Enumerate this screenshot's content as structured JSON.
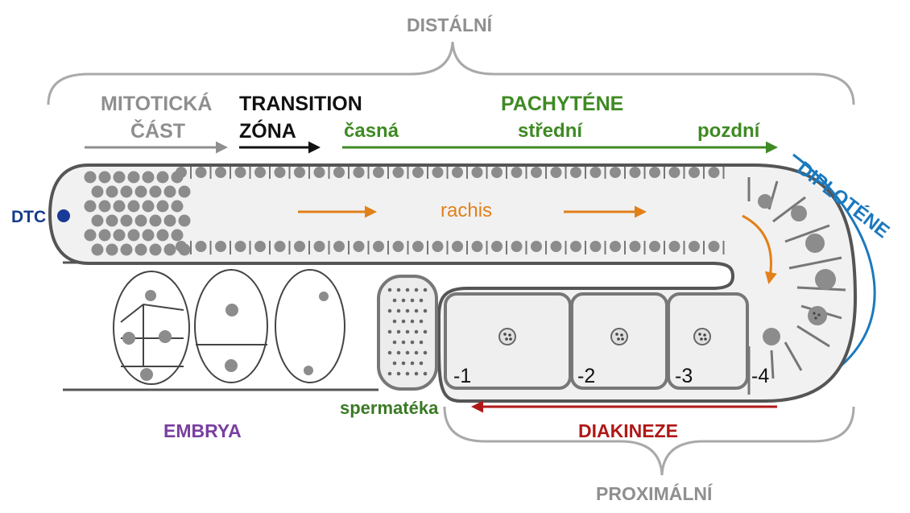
{
  "labels": {
    "distal": "DISTÁLNÍ",
    "proximal": "PROXIMÁLNÍ",
    "mitotic_line1": "MITOTICKÁ",
    "mitotic_line2": "ČÁST",
    "transition_line1": "TRANSITION",
    "transition_line2": "ZÓNA",
    "pachytene": "PACHYTÉNE",
    "early": "časná",
    "middle": "střední",
    "late": "pozdní",
    "diplotene": "DIPLOTÉNE",
    "dtc": "DTC",
    "rachis": "rachis",
    "spermatheca": "spermatéka",
    "diakinesis": "DIAKINEZE",
    "embryos": "EMBRYA",
    "oocytes": [
      "-1",
      "-2",
      "-3",
      "-4"
    ]
  },
  "colors": {
    "gray": "#8f8f8f",
    "black": "#111111",
    "green": "#3f8a23",
    "blue": "#1b79be",
    "navy": "#153b8a",
    "orange": "#e2801a",
    "red": "#b01818",
    "purple": "#7a3fa0",
    "outline": "#555555",
    "nucleus": "#8c8c8c",
    "cytoplasm": "#f1f1f1"
  }
}
